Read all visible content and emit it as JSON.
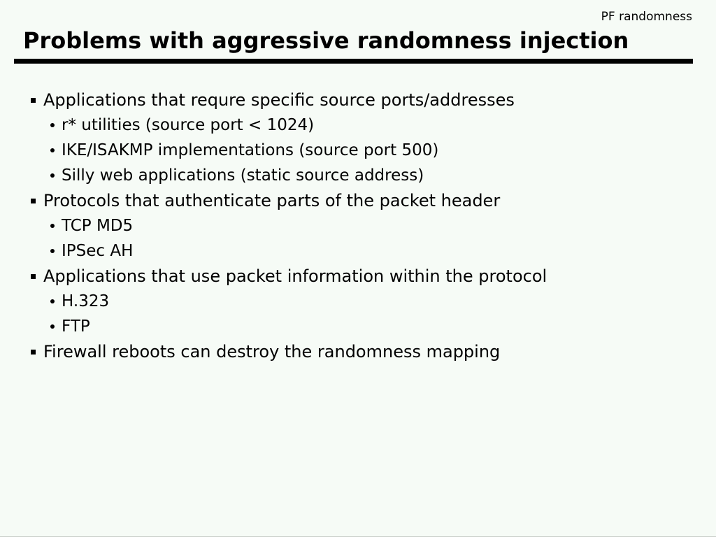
{
  "slide": {
    "corner_label": "PF randomness",
    "title": "Problems with aggressive randomness injection"
  },
  "content": {
    "items": [
      {
        "level": 1,
        "bullet": "square-bullet-icon",
        "text": "Applications that requre specific source ports/addresses"
      },
      {
        "level": 2,
        "bullet": "dot-bullet-icon",
        "text": "r* utilities (source port < 1024)"
      },
      {
        "level": 2,
        "bullet": "dot-bullet-icon",
        "text": "IKE/ISAKMP implementations (source port 500)"
      },
      {
        "level": 2,
        "bullet": "dot-bullet-icon",
        "text": "Silly web applications (static source address)"
      },
      {
        "level": 1,
        "bullet": "square-bullet-icon",
        "text": "Protocols that authenticate parts of the packet header"
      },
      {
        "level": 2,
        "bullet": "dot-bullet-icon",
        "text": "TCP MD5"
      },
      {
        "level": 2,
        "bullet": "dot-bullet-icon",
        "text": "IPSec AH"
      },
      {
        "level": 1,
        "bullet": "square-bullet-icon",
        "text": "Applications that use packet information within the protocol"
      },
      {
        "level": 2,
        "bullet": "dot-bullet-icon",
        "text": "H.323"
      },
      {
        "level": 2,
        "bullet": "dot-bullet-icon",
        "text": "FTP"
      },
      {
        "level": 1,
        "bullet": "square-bullet-icon",
        "text": "Firewall reboots can destroy the randomness mapping"
      }
    ]
  },
  "colors": {
    "background": "#f6fbf6",
    "text": "#000000",
    "rule": "#000000"
  }
}
